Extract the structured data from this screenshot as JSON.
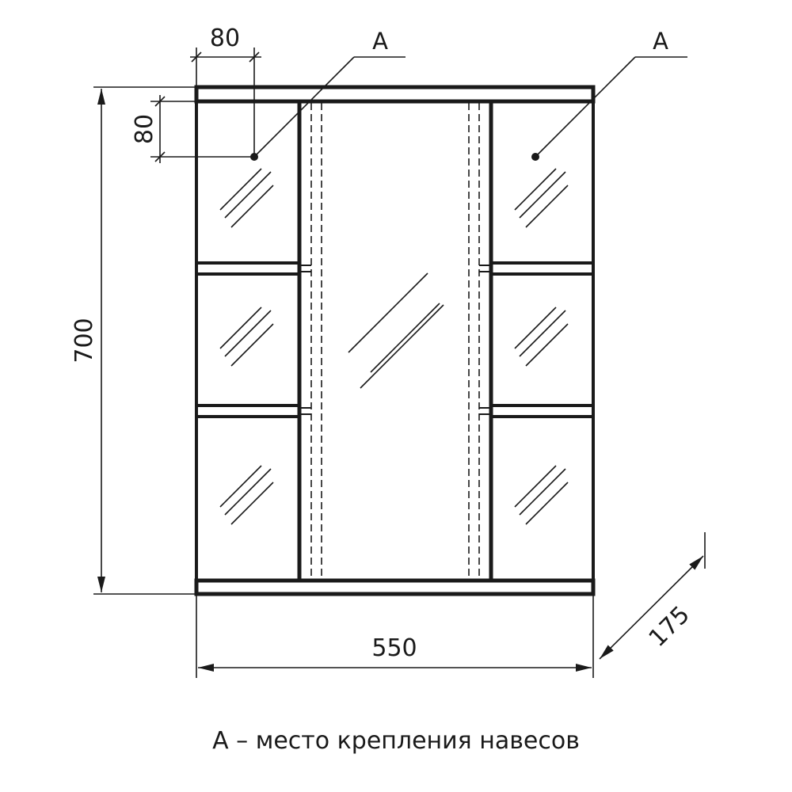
{
  "dimensions": {
    "width": "550",
    "height": "700",
    "depth": "175",
    "hanger_offset_x": "80",
    "hanger_offset_y": "80"
  },
  "callouts": {
    "left_label": "А",
    "right_label": "А"
  },
  "legend": {
    "text": "А – место крепления навесов"
  },
  "colors": {
    "line": "#1a1a1a",
    "background": "#ffffff"
  }
}
